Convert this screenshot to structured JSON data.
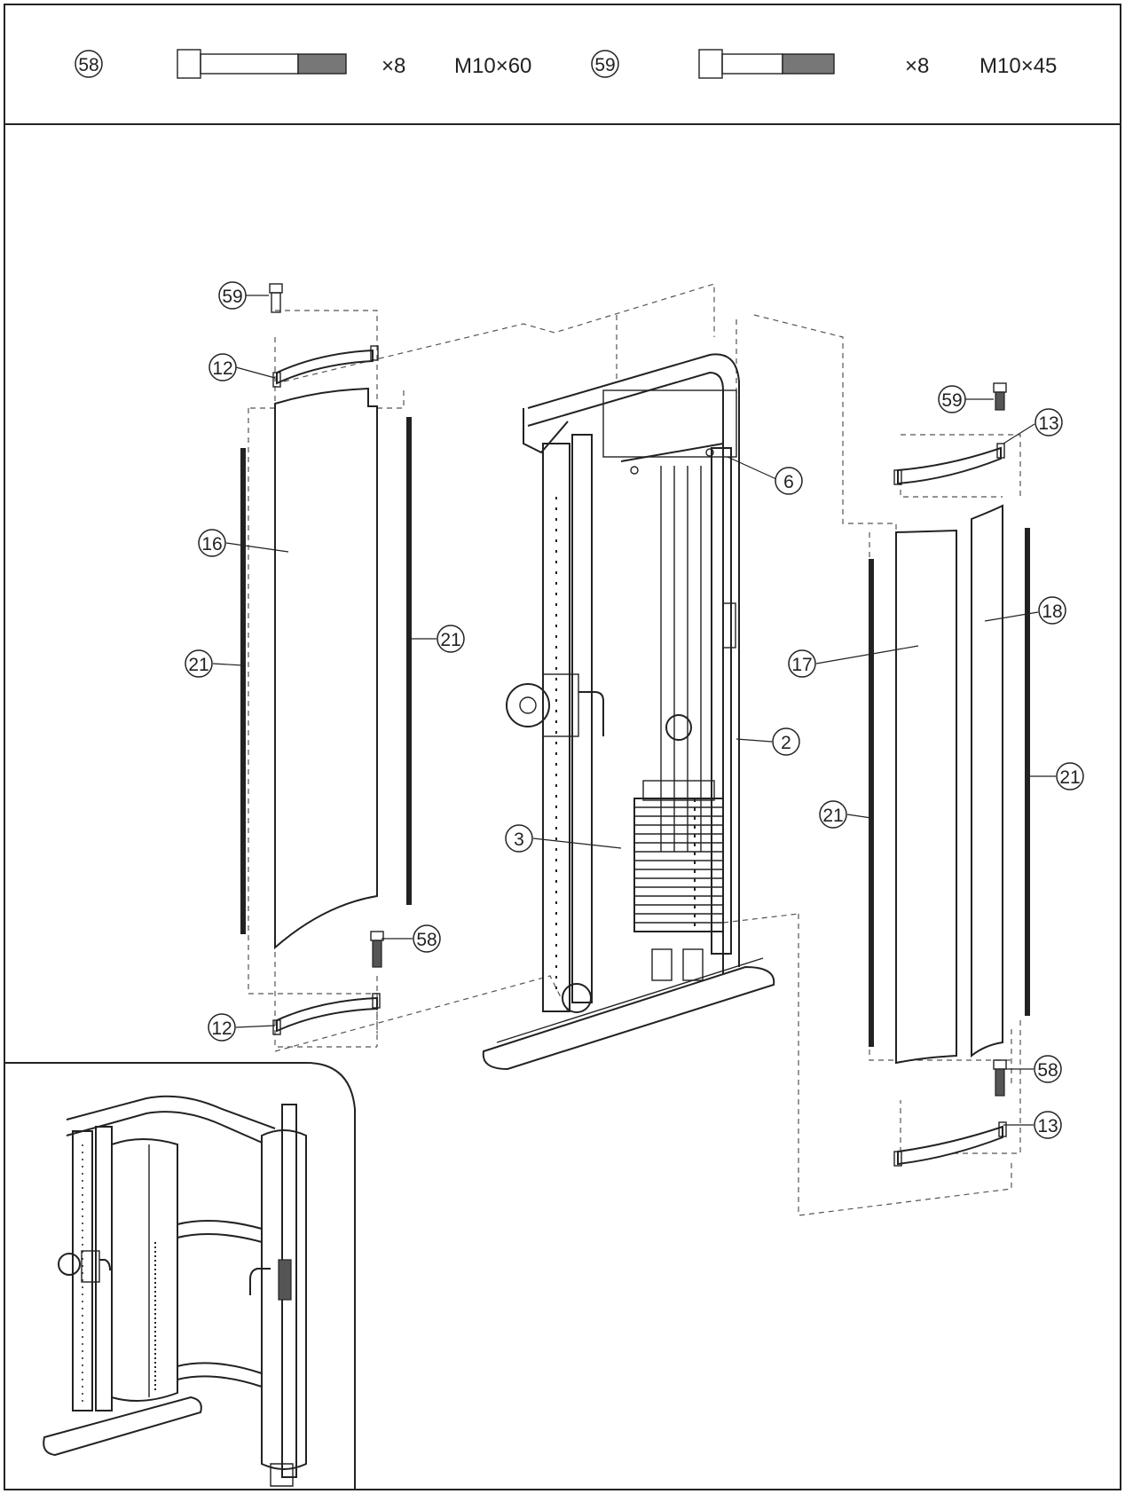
{
  "hardware": [
    {
      "part": "58",
      "quantity": "×8",
      "size": "M10×60"
    },
    {
      "part": "59",
      "quantity": "×8",
      "size": "M10×45"
    }
  ],
  "callouts": {
    "c59_left": "59",
    "c12_top": "12",
    "c16": "16",
    "c21_left_outer": "21",
    "c21_left_inner": "21",
    "c58_left": "58",
    "c12_bottom": "12",
    "c3": "3",
    "c6": "6",
    "c2": "2",
    "c59_right": "59",
    "c13_top": "13",
    "c18": "18",
    "c17": "17",
    "c21_right_outer": "21",
    "c21_right_inner": "21",
    "c58_right": "58",
    "c13_bottom": "13"
  }
}
